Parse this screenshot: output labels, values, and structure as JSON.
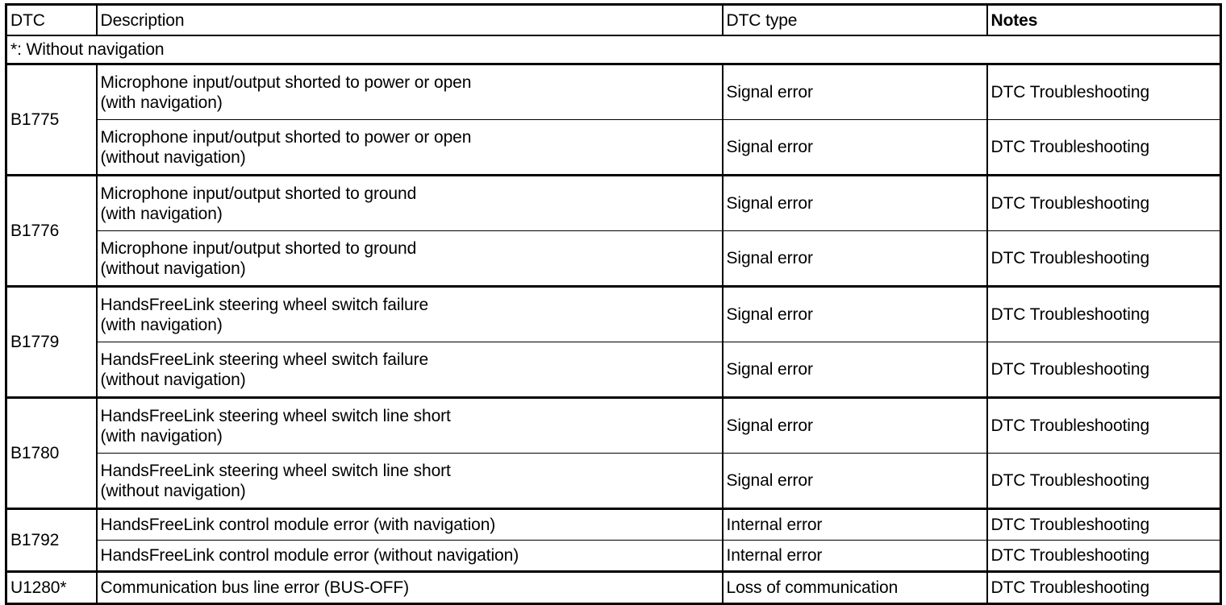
{
  "table": {
    "headers": {
      "dtc": "DTC",
      "description": "Description",
      "dtc_type": "DTC type",
      "notes": "Notes"
    },
    "footnote": "*: Without navigation",
    "groups": [
      {
        "dtc": "B1775",
        "rows": [
          {
            "description": "Microphone input/output shorted to power or open\n(with navigation)",
            "dtc_type": "Signal error",
            "notes": "DTC Troubleshooting",
            "size": "tall"
          },
          {
            "description": "Microphone input/output shorted to power or open\n(without navigation)",
            "dtc_type": "Signal error",
            "notes": "DTC Troubleshooting",
            "size": "tall"
          }
        ]
      },
      {
        "dtc": "B1776",
        "rows": [
          {
            "description": "Microphone input/output shorted to ground\n(with navigation)",
            "dtc_type": "Signal error",
            "notes": "DTC Troubleshooting",
            "size": "tall"
          },
          {
            "description": "Microphone input/output shorted to ground\n(without navigation)",
            "dtc_type": "Signal error",
            "notes": "DTC Troubleshooting",
            "size": "tall"
          }
        ]
      },
      {
        "dtc": "B1779",
        "rows": [
          {
            "description": "HandsFreeLink steering wheel switch failure\n(with navigation)",
            "dtc_type": "Signal error",
            "notes": "DTC Troubleshooting",
            "size": "tall"
          },
          {
            "description": "HandsFreeLink steering wheel switch failure\n(without navigation)",
            "dtc_type": "Signal error",
            "notes": "DTC Troubleshooting",
            "size": "tall"
          }
        ]
      },
      {
        "dtc": "B1780",
        "rows": [
          {
            "description": "HandsFreeLink steering wheel switch line short\n(with navigation)",
            "dtc_type": "Signal error",
            "notes": "DTC Troubleshooting",
            "size": "tall"
          },
          {
            "description": "HandsFreeLink steering wheel switch line short\n(without navigation)",
            "dtc_type": "Signal error",
            "notes": "DTC Troubleshooting",
            "size": "tall"
          }
        ]
      },
      {
        "dtc": "B1792",
        "rows": [
          {
            "description": "HandsFreeLink control module error (with navigation)",
            "dtc_type": "Internal error",
            "notes": "DTC Troubleshooting",
            "size": "short"
          },
          {
            "description": "HandsFreeLink control module error (without navigation)",
            "dtc_type": "Internal error",
            "notes": "DTC Troubleshooting",
            "size": "short"
          }
        ]
      },
      {
        "dtc": "U1280*",
        "rows": [
          {
            "description": "Communication bus line error (BUS-OFF)",
            "dtc_type": "Loss of communication",
            "notes": "DTC Troubleshooting",
            "size": "short"
          }
        ]
      }
    ]
  }
}
